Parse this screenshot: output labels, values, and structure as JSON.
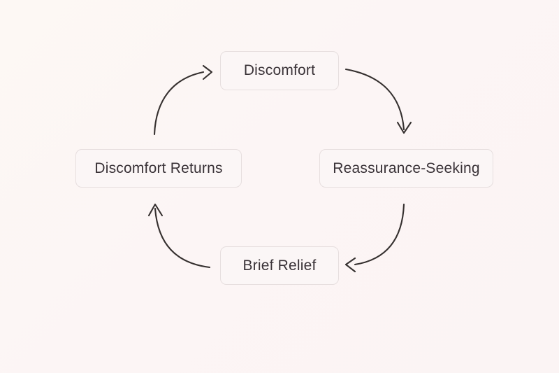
{
  "diagram": {
    "background_color": "#fcf6f5",
    "node_fill": "#fbf6f6",
    "node_border": "#e6dede",
    "text_color": "#3a3338",
    "arrow_color": "#35302f",
    "nodes": [
      {
        "id": "discomfort",
        "label": "Discomfort",
        "position": "top"
      },
      {
        "id": "reassurance",
        "label": "Reassurance-Seeking",
        "position": "right"
      },
      {
        "id": "relief",
        "label": "Brief Relief",
        "position": "bottom"
      },
      {
        "id": "returns",
        "label": "Discomfort Returns",
        "position": "left"
      }
    ],
    "edges": [
      {
        "id": "discomfort-to-reassurance",
        "from": "Discomfort",
        "to": "Reassurance-Seeking",
        "direction": "down"
      },
      {
        "id": "reassurance-to-relief",
        "from": "Reassurance-Seeking",
        "to": "Brief Relief",
        "direction": "left"
      },
      {
        "id": "relief-to-returns",
        "from": "Brief Relief",
        "to": "Discomfort Returns",
        "direction": "up"
      },
      {
        "id": "returns-to-discomfort",
        "from": "Discomfort Returns",
        "to": "Discomfort",
        "direction": "right"
      }
    ]
  }
}
